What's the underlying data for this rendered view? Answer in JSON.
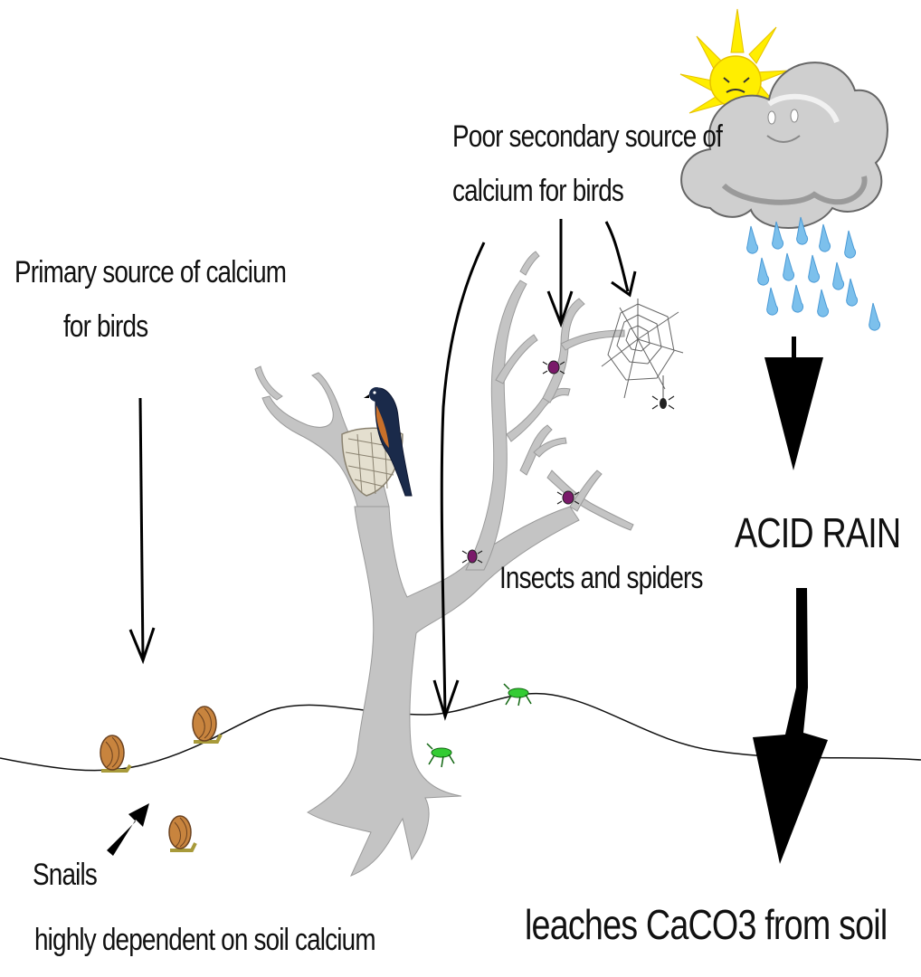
{
  "labels": {
    "primary_line1": "Primary source of calcium",
    "primary_line2": "for birds",
    "secondary_line1": "Poor secondary source of",
    "secondary_line2": "calcium for birds",
    "insects": "Insects and spiders",
    "acid_rain": "ACID RAIN",
    "snails": "Snails",
    "snails_note": "highly dependent on soil calcium",
    "leaches": "leaches CaCO3 from soil"
  },
  "icons": [
    "sun-icon",
    "cloud-icon",
    "rain-icon",
    "tree-icon",
    "bird-icon",
    "nest-icon",
    "spider-web-icon",
    "spider-icon",
    "snail-icon",
    "grasshopper-icon",
    "arrow-icon"
  ],
  "colors": {
    "sun": "#ffee00",
    "cloud": "#c9c9c9",
    "rain": "#7cc0ec",
    "tree": "#c4c4c4",
    "snail_shell": "#c8843e",
    "grasshopper": "#33cc33",
    "insect": "#7a1a6a",
    "arrow": "#000000"
  }
}
